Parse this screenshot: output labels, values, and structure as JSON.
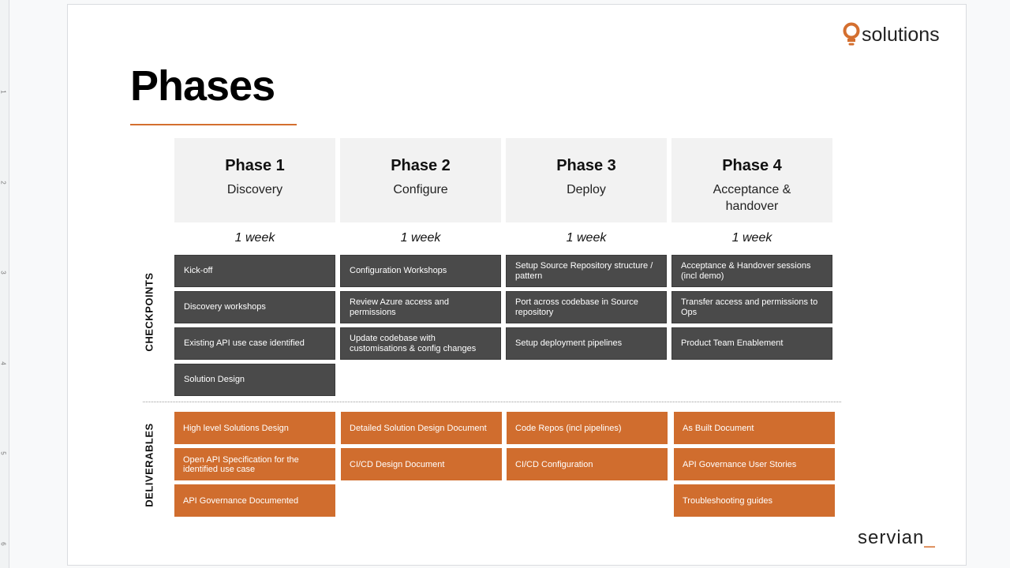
{
  "ruler": [
    "1",
    "2",
    "3",
    "4",
    "5",
    "6"
  ],
  "title": "Phases",
  "logo_text": "solutions",
  "footer_logo": "servian",
  "row_labels": {
    "checkpoints": "CHECKPOINTS",
    "deliverables": "DELIVERABLES"
  },
  "phases": [
    {
      "name": "Phase 1",
      "subtitle": "Discovery",
      "duration": "1 week",
      "checkpoints": [
        "Kick-off",
        "Discovery workshops",
        "Existing API use case identified",
        "Solution Design"
      ],
      "deliverables": [
        "High level Solutions Design",
        "Open API Specification for the identified use case",
        "API Governance Documented"
      ]
    },
    {
      "name": "Phase 2",
      "subtitle": "Configure",
      "duration": "1 week",
      "checkpoints": [
        "Configuration Workshops",
        "Review Azure access and permissions",
        "Update codebase with customisations & config changes"
      ],
      "deliverables": [
        "Detailed Solution Design Document",
        "CI/CD Design Document"
      ]
    },
    {
      "name": "Phase 3",
      "subtitle": "Deploy",
      "duration": "1 week",
      "checkpoints": [
        "Setup Source Repository structure / pattern",
        "Port across codebase in Source repository",
        "Setup deployment pipelines"
      ],
      "deliverables": [
        "Code Repos (incl pipelines)",
        "CI/CD Configuration"
      ]
    },
    {
      "name": "Phase 4",
      "subtitle": "Acceptance & handover",
      "duration": "1 week",
      "checkpoints": [
        "Acceptance & Handover sessions (incl demo)",
        "Transfer access and permissions to Ops",
        "Product Team Enablement"
      ],
      "deliverables": [
        "As Built Document",
        "API Governance User Stories",
        "Troubleshooting guides"
      ]
    }
  ],
  "colors": {
    "accent": "#d06d2e",
    "checkpoint": "#4a4a4a",
    "header": "#f2f2f2"
  }
}
